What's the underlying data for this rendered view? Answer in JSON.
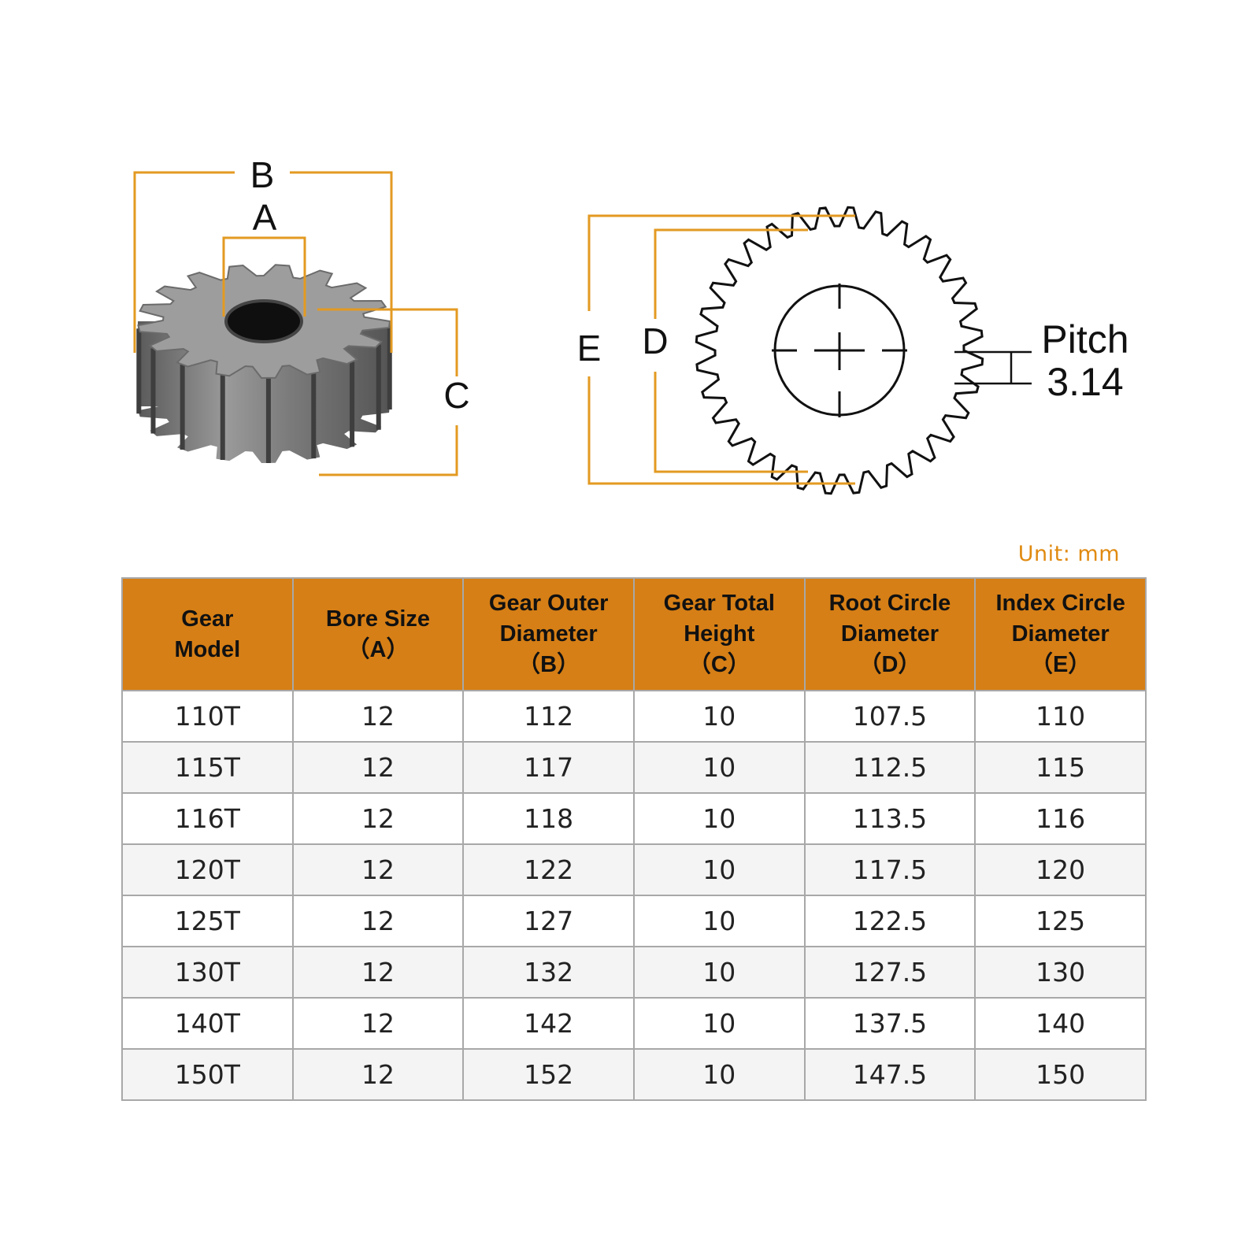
{
  "diagram": {
    "left_labels": {
      "a": "A",
      "b": "B",
      "c": "C"
    },
    "right_labels": {
      "d": "D",
      "e": "E",
      "pitch": "Pitch",
      "pitch_value": "3.14"
    },
    "accent_color": "#e39a22"
  },
  "unit_note": "Unit: mm",
  "table": {
    "headers": [
      {
        "line1": "Gear",
        "line2": "Model",
        "sub": ""
      },
      {
        "line1": "Bore Size",
        "line2": "",
        "sub": "（A）"
      },
      {
        "line1": "Gear Outer",
        "line2": "Diameter",
        "sub": "（B）"
      },
      {
        "line1": "Gear Total",
        "line2": "Height",
        "sub": "（C）"
      },
      {
        "line1": "Root Circle",
        "line2": "Diameter",
        "sub": "（D）"
      },
      {
        "line1": "Index Circle",
        "line2": "Diameter",
        "sub": "（E）"
      }
    ],
    "rows": [
      [
        "110T",
        "12",
        "112",
        "10",
        "107.5",
        "110"
      ],
      [
        "115T",
        "12",
        "117",
        "10",
        "112.5",
        "115"
      ],
      [
        "116T",
        "12",
        "118",
        "10",
        "113.5",
        "116"
      ],
      [
        "120T",
        "12",
        "122",
        "10",
        "117.5",
        "120"
      ],
      [
        "125T",
        "12",
        "127",
        "10",
        "122.5",
        "125"
      ],
      [
        "130T",
        "12",
        "132",
        "10",
        "127.5",
        "130"
      ],
      [
        "140T",
        "12",
        "142",
        "10",
        "137.5",
        "140"
      ],
      [
        "150T",
        "12",
        "152",
        "10",
        "147.5",
        "150"
      ]
    ],
    "header_color": "#d67f16"
  }
}
